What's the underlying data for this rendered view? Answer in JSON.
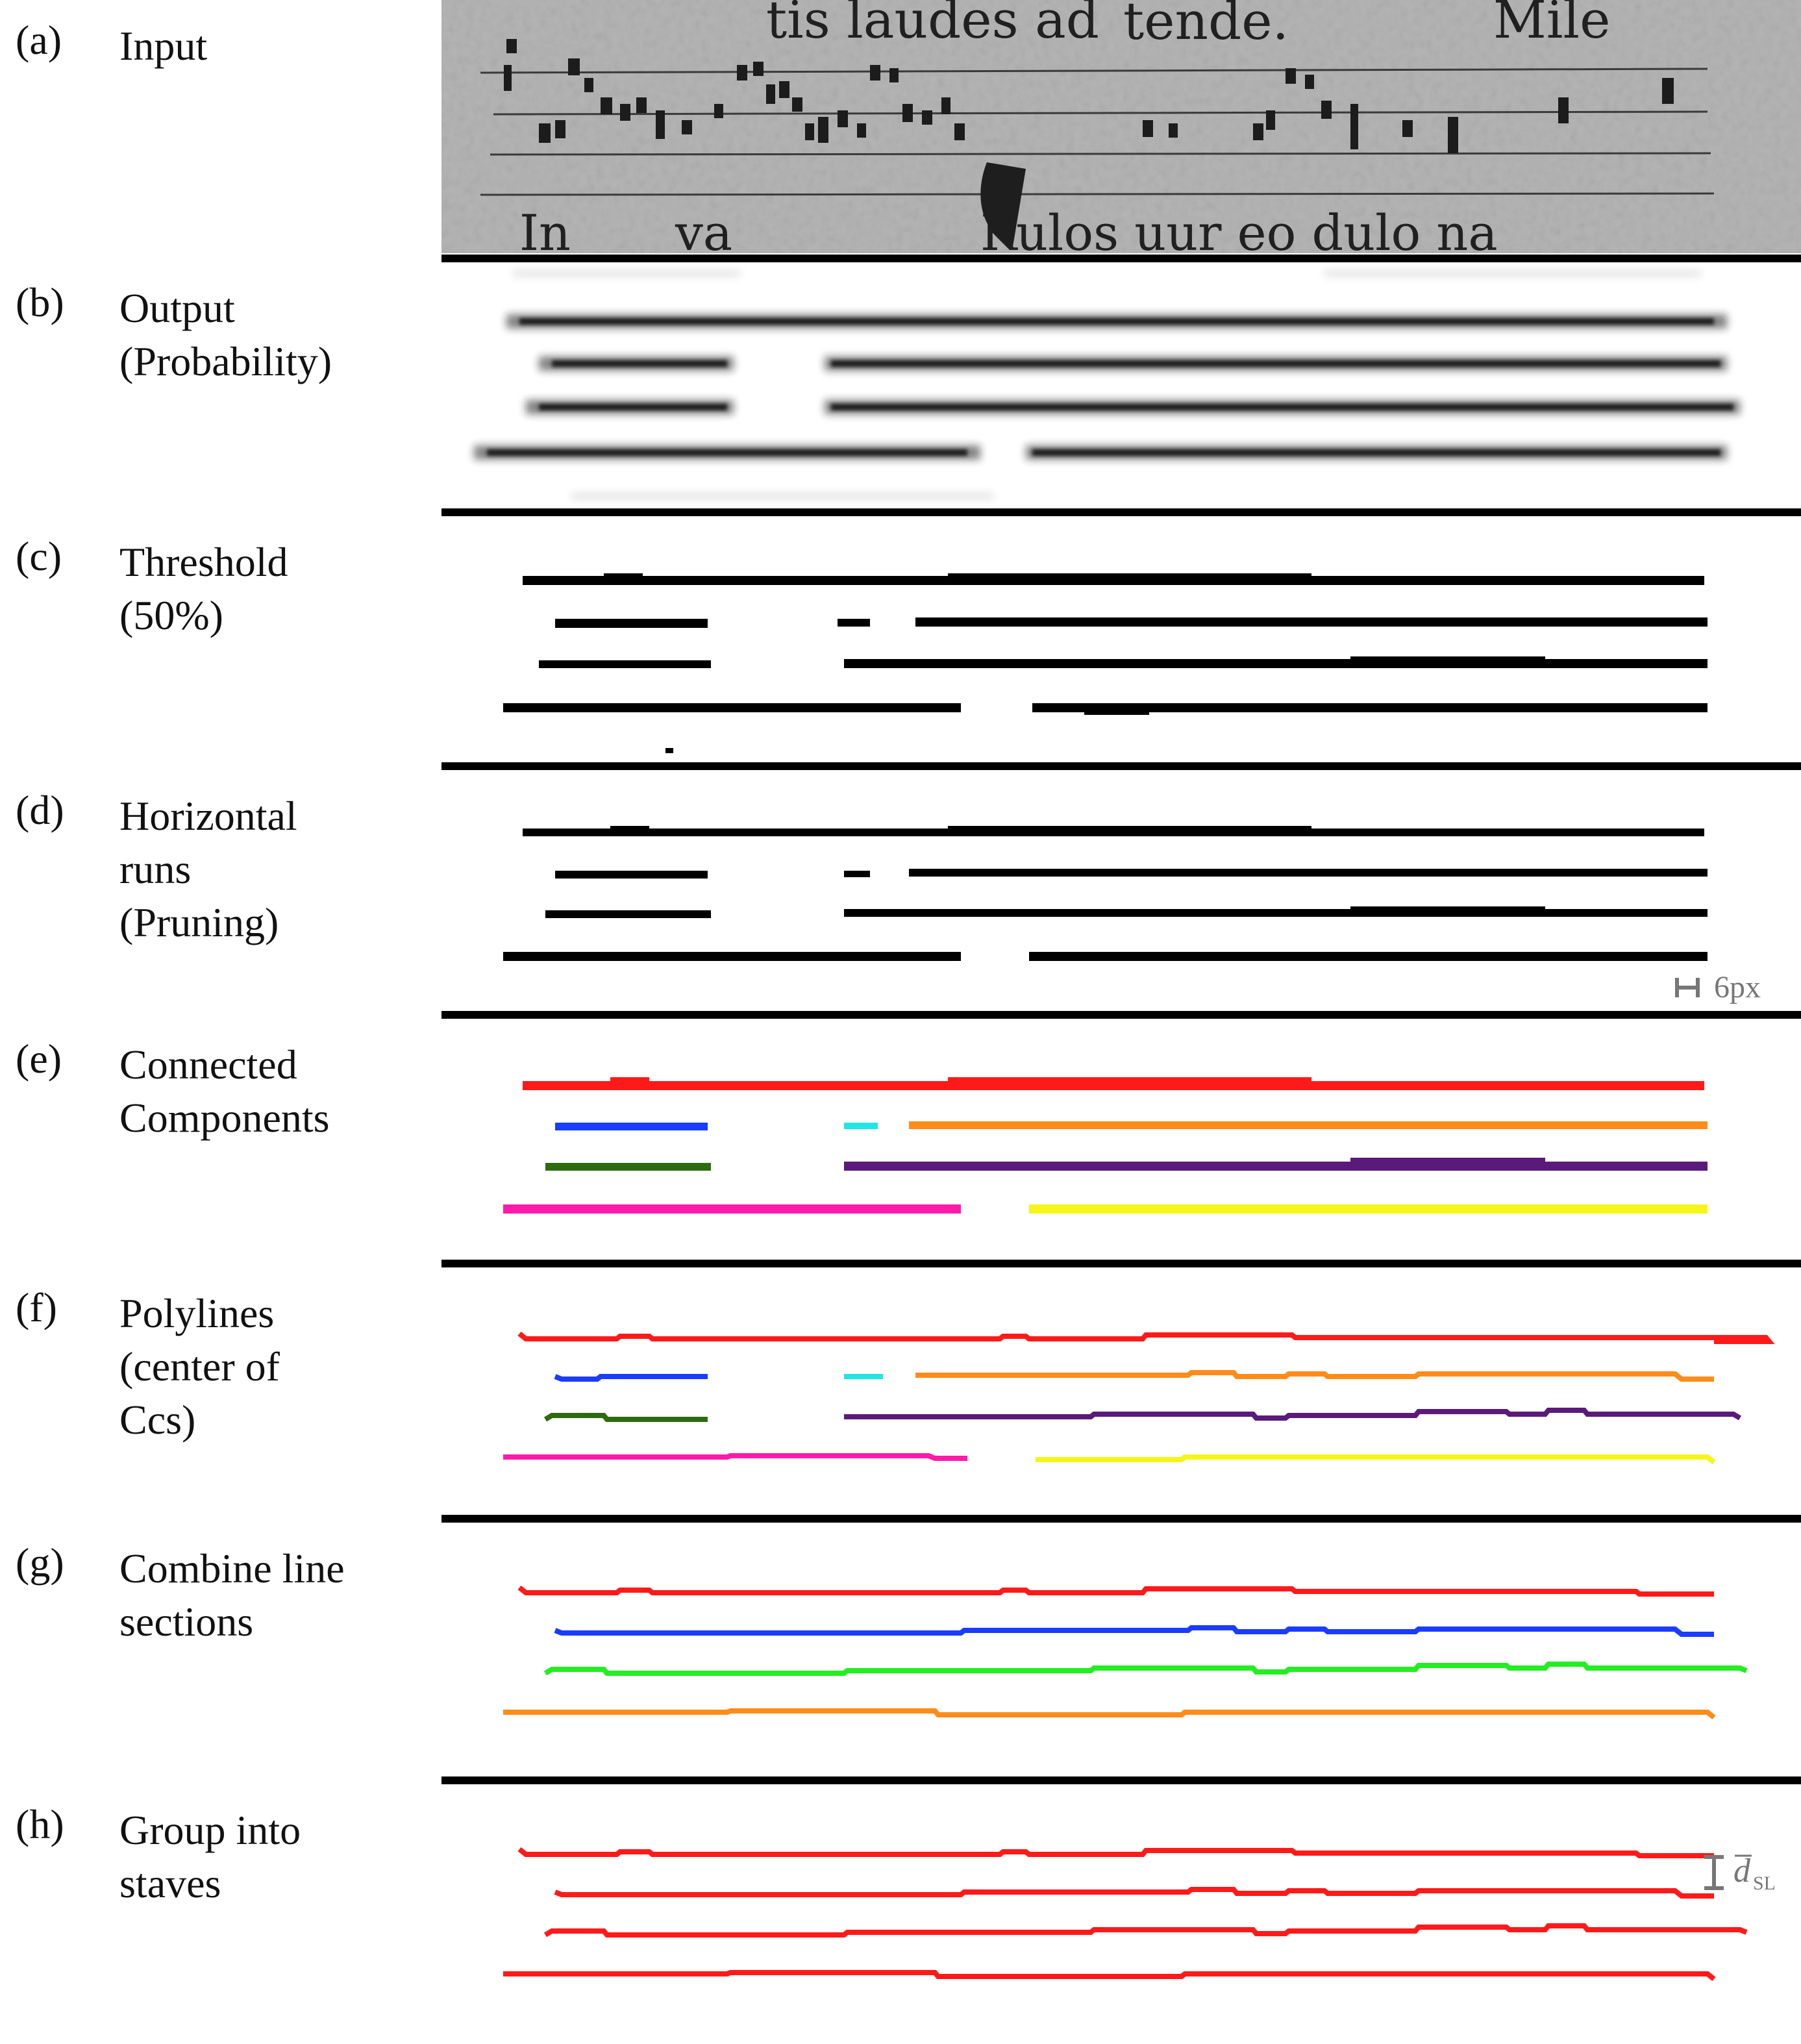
{
  "panels": [
    {
      "letter": "(a)",
      "label": "Input"
    },
    {
      "letter": "(b)",
      "label": "Output\n(Probability)"
    },
    {
      "letter": "(c)",
      "label": "Threshold\n(50%)"
    },
    {
      "letter": "(d)",
      "label": "Horizontal\nruns\n(Pruning)"
    },
    {
      "letter": "(e)",
      "label": "Connected\nComponents"
    },
    {
      "letter": "(f)",
      "label": "Polylines\n(center of\nCcs)"
    },
    {
      "letter": "(g)",
      "label": "Combine line\nsections"
    },
    {
      "letter": "(h)",
      "label": "Group into\nstaves"
    }
  ],
  "annotations": {
    "run_length": "6px",
    "staff_distance_symbol": "d",
    "staff_distance_subscript": "SL"
  },
  "colors": {
    "red": "#ff1a1a",
    "blue": "#1a3cff",
    "cyan": "#22e5e5",
    "orange": "#ff8c1a",
    "darkgreen": "#2e6b10",
    "purple": "#5a1a7a",
    "magenta": "#ff1aaa",
    "yellow": "#f5f51a",
    "green": "#22ee22",
    "gray": "#777777"
  }
}
